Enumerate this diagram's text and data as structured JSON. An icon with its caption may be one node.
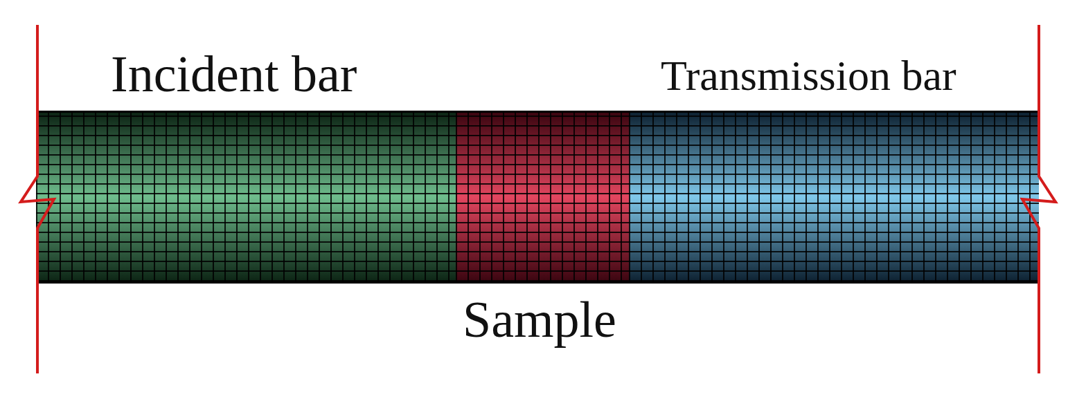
{
  "diagram": {
    "nodes": [
      {
        "text": [
          "Incident bar"
        ]
      },
      {
        "text": [
          "Sample"
        ]
      },
      {
        "text": [
          "Transmission bar"
        ]
      }
    ]
  }
}
